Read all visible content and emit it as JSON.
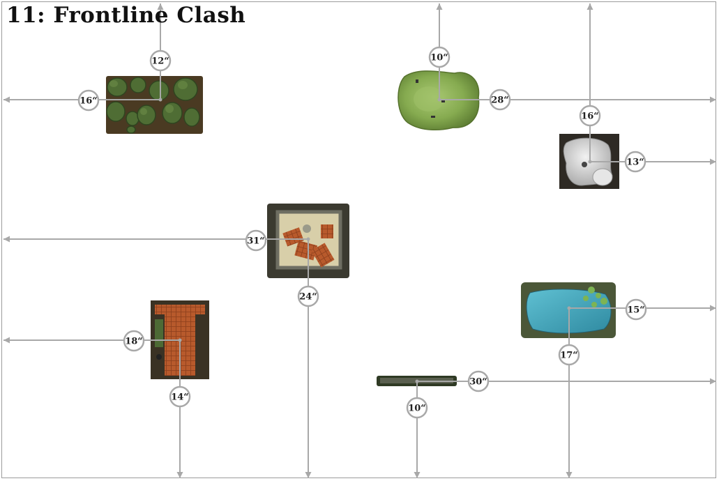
{
  "title": "11: Frontline Clash",
  "colors": {
    "arrow": "#a8a8a8",
    "badge_stroke": "#a8a8a8",
    "forest": "#4f6d34",
    "hill": "#8fb35a",
    "rock": "#d6d6d6",
    "ruin": "#3b3a30",
    "house": "#b5552a",
    "pond": "#3d9fb5",
    "wall": "#5a5f4f"
  },
  "terrain": [
    {
      "id": "forest",
      "icon": "forest-terrain-icon"
    },
    {
      "id": "hill",
      "icon": "hill-terrain-icon"
    },
    {
      "id": "rocks",
      "icon": "rock-outcrop-terrain-icon"
    },
    {
      "id": "ruins",
      "icon": "walled-ruins-terrain-icon"
    },
    {
      "id": "house",
      "icon": "tiled-roof-house-terrain-icon"
    },
    {
      "id": "pond",
      "icon": "pond-terrain-icon"
    },
    {
      "id": "wall",
      "icon": "low-wall-terrain-icon"
    }
  ],
  "measurements": [
    "12“",
    "16“",
    "10“",
    "28“",
    "16“",
    "13“",
    "31“",
    "24“",
    "15“",
    "17“",
    "18“",
    "14“",
    "30“",
    "10“"
  ]
}
